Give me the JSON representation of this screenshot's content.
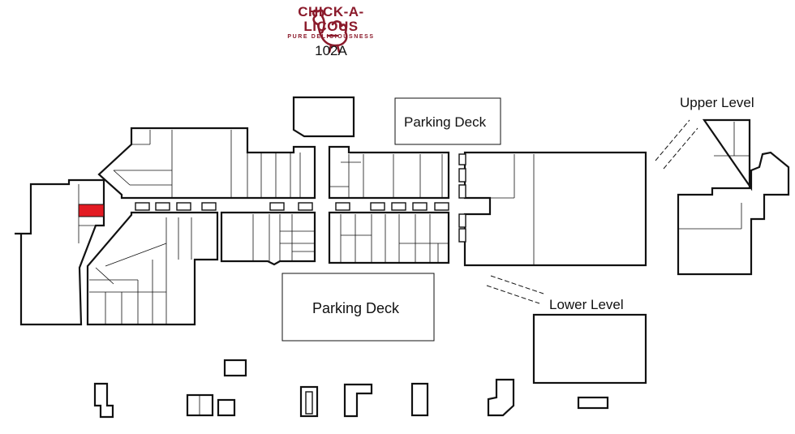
{
  "brand": {
    "name": "CHICK-A-LICOUS",
    "tagline": "PURE DELICIOUSNESS",
    "unit": "102A",
    "logo_icon": "rooster-icon",
    "color": "#8b1a2b"
  },
  "labels": {
    "parking_deck_north": "Parking Deck",
    "parking_deck_south": "Parking Deck",
    "upper_level": "Upper Level",
    "lower_level": "Lower Level"
  },
  "colors": {
    "highlight": "#e31b23",
    "outline": "#111111",
    "background": "#ffffff"
  }
}
